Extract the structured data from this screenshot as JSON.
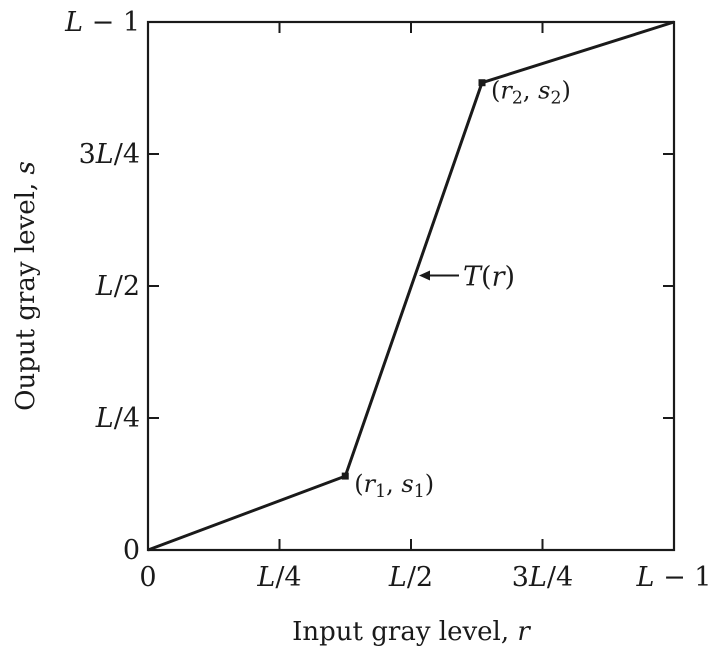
{
  "chart_data": {
    "type": "line",
    "xlabel": "Input gray level, r",
    "ylabel": "Ouput gray level, s",
    "xlim": [
      0,
      1
    ],
    "ylim": [
      0,
      1
    ],
    "x_ticks": [
      {
        "value": 0,
        "label": "0"
      },
      {
        "value": 0.25,
        "label": "L/4"
      },
      {
        "value": 0.5,
        "label": "L/2"
      },
      {
        "value": 0.75,
        "label": "3L/4"
      },
      {
        "value": 1,
        "label": "L − 1"
      }
    ],
    "y_ticks": [
      {
        "value": 0,
        "label": "0"
      },
      {
        "value": 0.25,
        "label": "L/4"
      },
      {
        "value": 0.5,
        "label": "L/2"
      },
      {
        "value": 0.75,
        "label": "3L/4"
      },
      {
        "value": 1,
        "label": "L − 1"
      }
    ],
    "grid": false,
    "series": [
      {
        "name": "T(r)",
        "x": [
          0,
          0.375,
          0.635,
          1
        ],
        "y": [
          0,
          0.14,
          0.885,
          1
        ]
      }
    ],
    "points": [
      {
        "label": "(r1, s1)",
        "x": 0.375,
        "y": 0.14
      },
      {
        "label": "(r2, s2)",
        "x": 0.635,
        "y": 0.885
      }
    ],
    "curve_annotation": {
      "label": "T(r)",
      "x": 0.5,
      "y": 0.52
    },
    "line_color": "#1a1a1a"
  }
}
